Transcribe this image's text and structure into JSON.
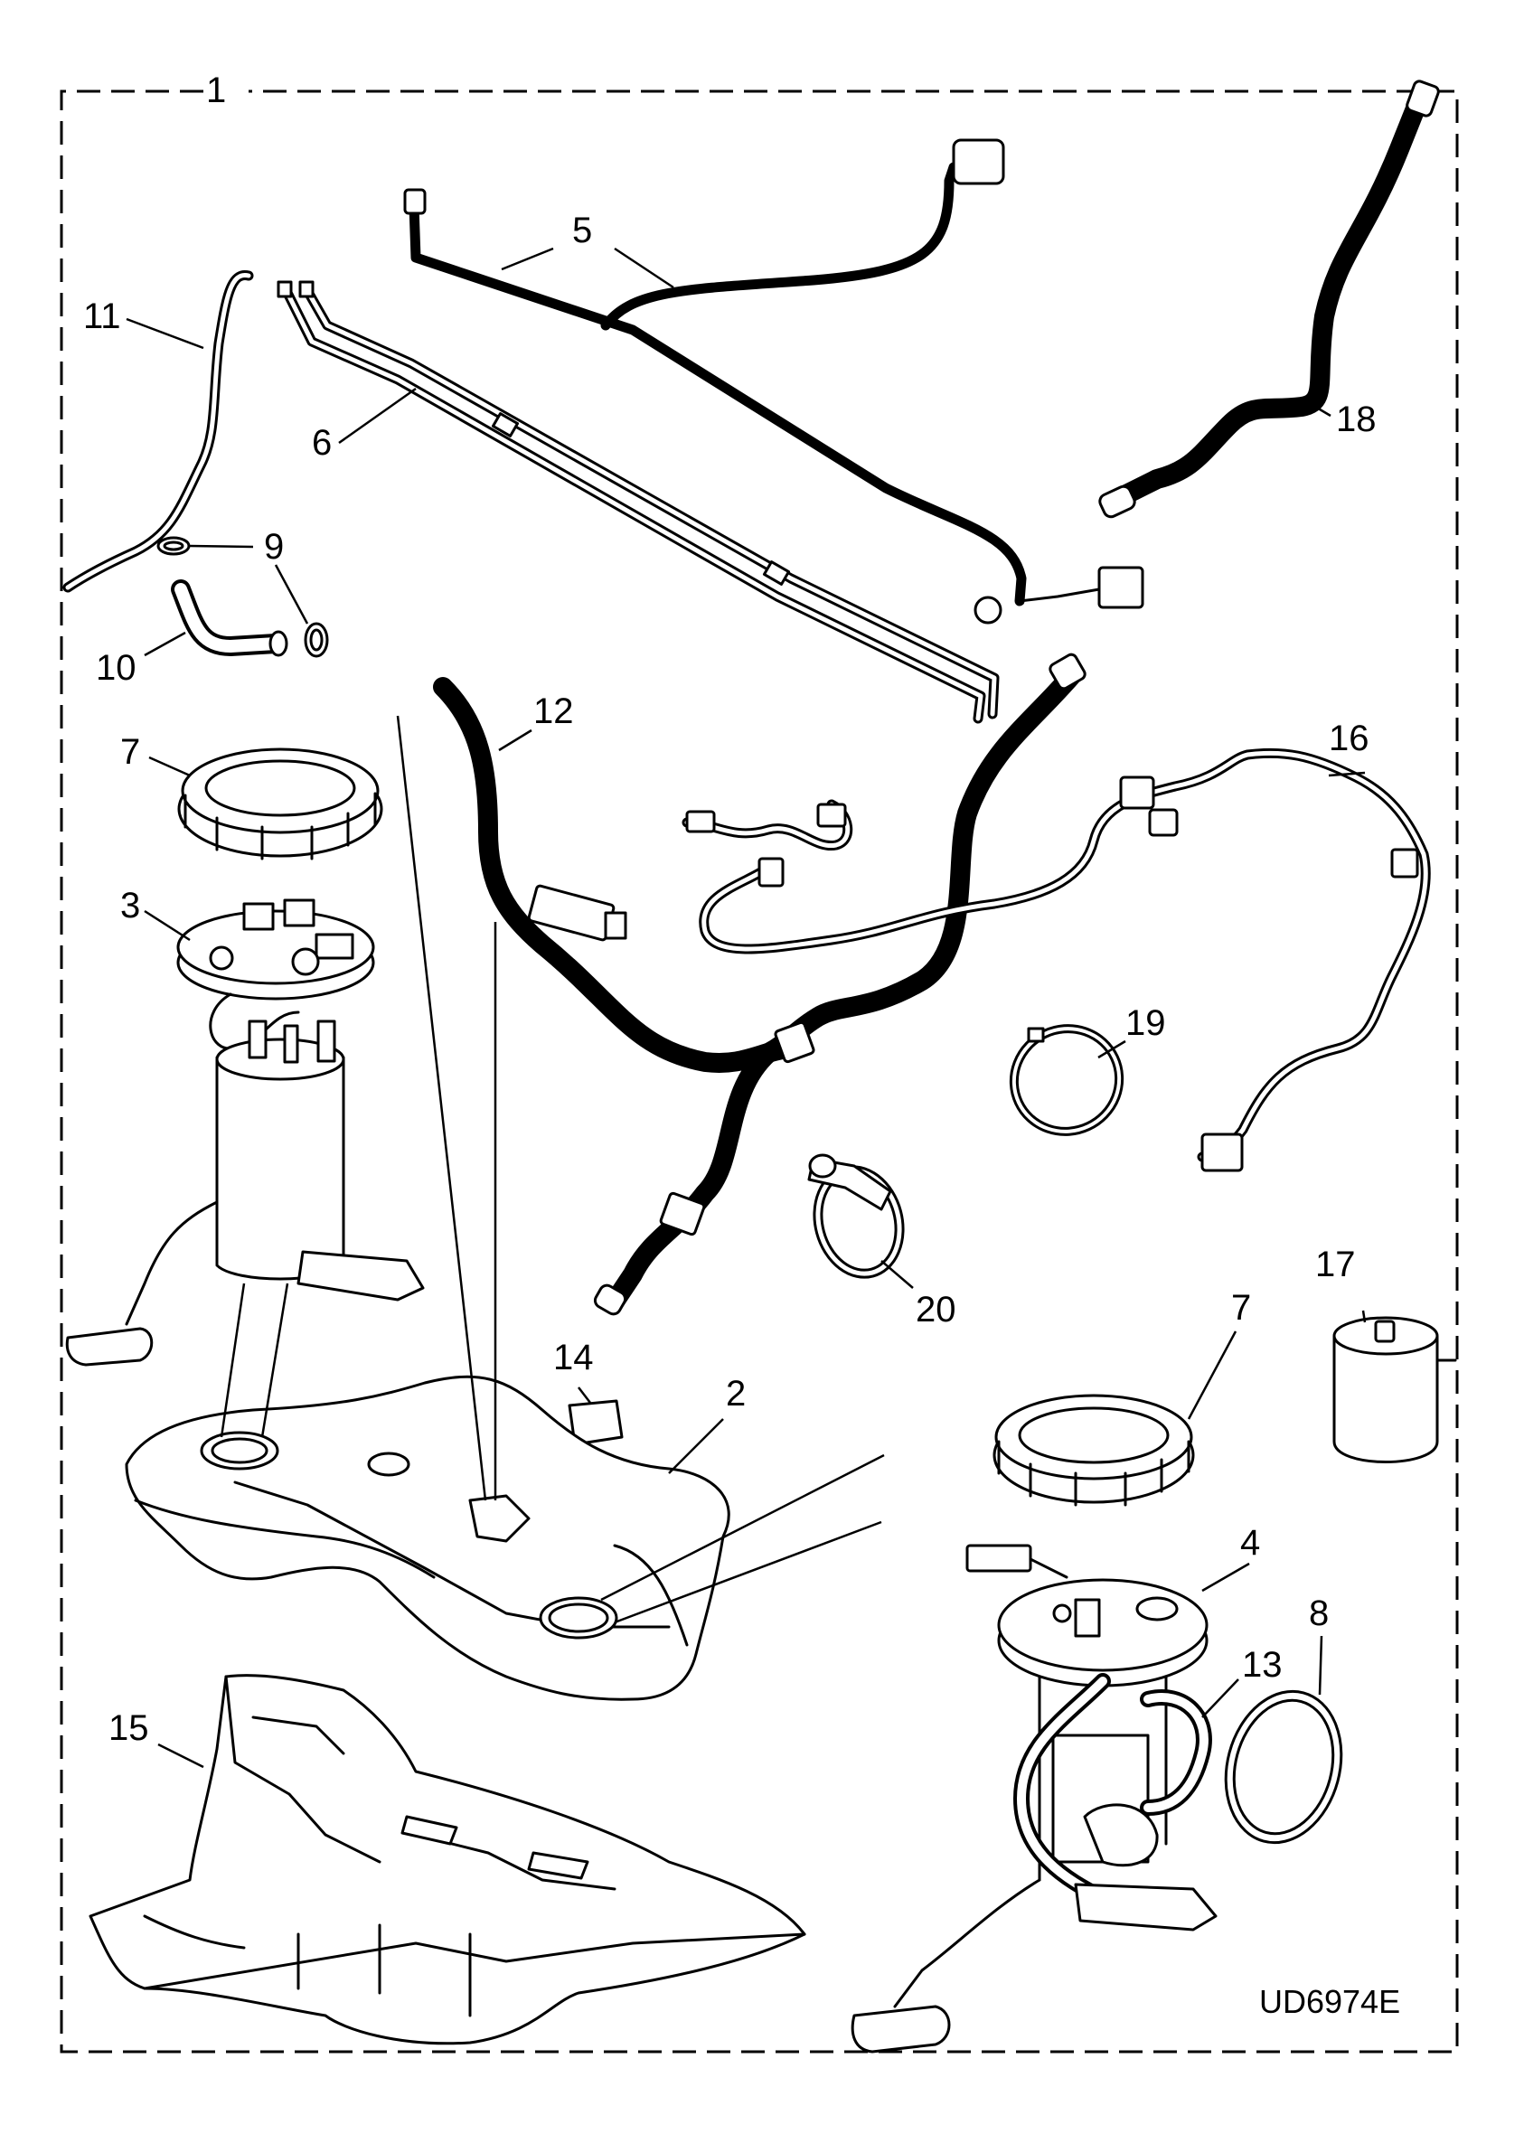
{
  "diagram": {
    "reference_code": "UD6974E",
    "callouts": {
      "kit": "1",
      "fuel_tank": "2",
      "pump_module_left": "3",
      "pump_module_right": "4",
      "wiring_harness_upper": "5",
      "pipe_pair": "6",
      "locking_ring_left": "7",
      "locking_ring_right": "7",
      "seal": "8",
      "clip_upper": "9",
      "clip_lower": "9",
      "hose_short": "10",
      "breather_pipe": "11",
      "corrugated_hose": "12",
      "jet_pump_hoses": "13",
      "pad": "14",
      "heat_shield": "15",
      "wiring_harness_lower": "16",
      "fuel_filter": "17",
      "filler_hose": "18",
      "band_clamp": "19",
      "worm_clamp": "20"
    }
  }
}
